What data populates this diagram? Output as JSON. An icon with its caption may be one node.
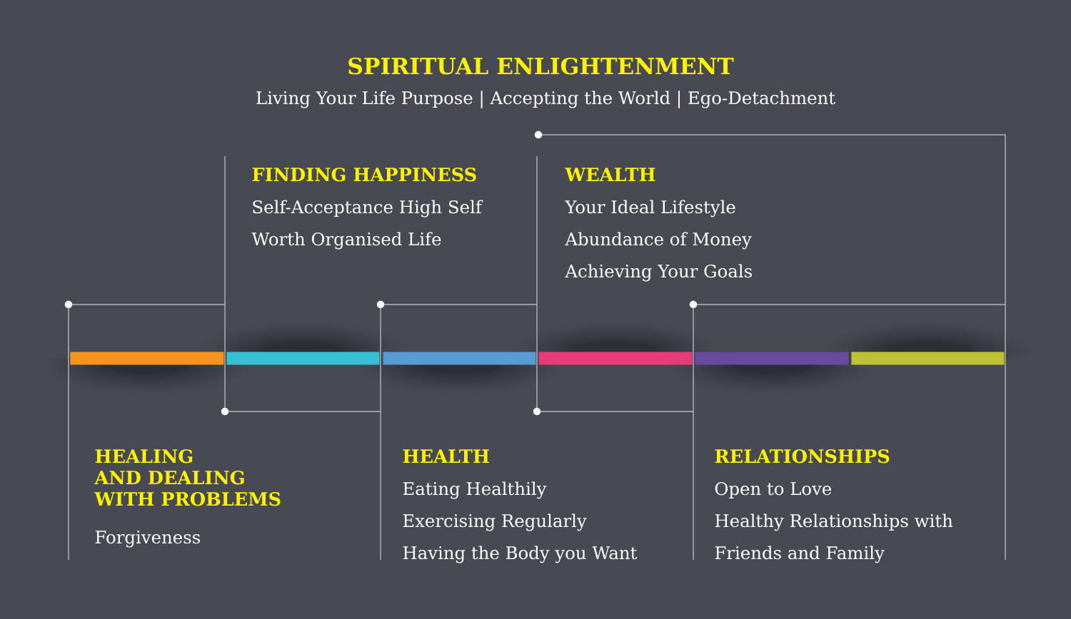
{
  "diagram": {
    "title": "SPIRITUAL ENLIGHTENMENT",
    "nodes": [
      {
        "text": [
          "FINDING HAPPINESS",
          "Self-Acceptance High Self Worth Organised Life"
        ]
      },
      {
        "text": [
          "WEALTH",
          "Your Ideal Lifestyle",
          "Abundance of Money",
          "Achieving Your Goals"
        ]
      },
      {
        "text": [],
        "shape": "bar"
      },
      {
        "text": [],
        "shape": "bar"
      },
      {
        "text": [],
        "shape": "bar"
      },
      {
        "text": [],
        "shape": "bar"
      },
      {
        "text": [],
        "shape": "bar"
      },
      {
        "text": [],
        "shape": "bar"
      },
      {
        "text": [
          "HEALING AND DEALING WITH PROBLEMS",
          "Forgiveness"
        ]
      },
      {
        "text": [
          "HEALTH",
          "Eating Healthily",
          "Exercising Regularly",
          "Having the Body you Want"
        ]
      },
      {
        "text": [
          "RELATIONSHIPS",
          "Open to Love",
          "Healthy Relationships with Friends and Family"
        ]
      }
    ],
    "labels": [
      "Living Your Life Purpose | Accepting the World | Ego-Detachment"
    ]
  }
}
